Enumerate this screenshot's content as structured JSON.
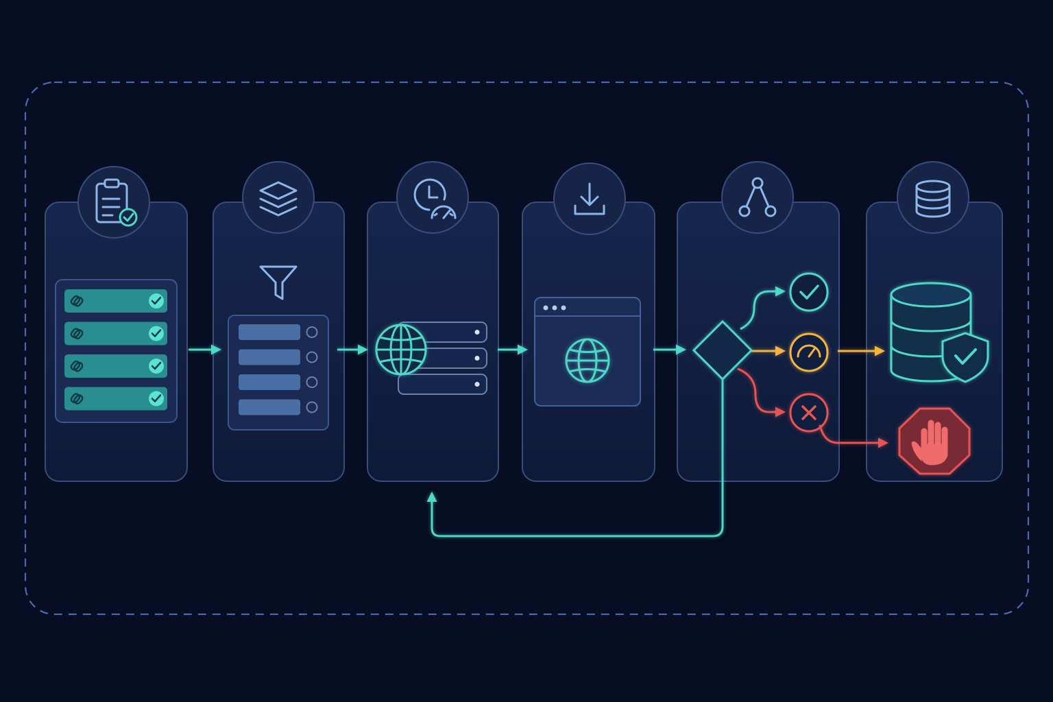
{
  "diagram": {
    "colors": {
      "background": "#070d22",
      "panel_fill": "#111e3f",
      "panel_stroke": "#3a4d7a",
      "frame_dash": "#4a6aa8",
      "accent_teal": "#4fd8c8",
      "accent_amber": "#f5b342",
      "accent_red": "#e85454",
      "header_icon": "#8fb6e6",
      "bar_teal": "#2a8d8f",
      "bar_blue": "#4a6fa5"
    },
    "stages": [
      {
        "header_icon": "clipboard-check-icon",
        "content": "link-list-verified"
      },
      {
        "header_icon": "layers-icon",
        "content": "filter-queue"
      },
      {
        "header_icon": "clock-speed-icon",
        "content": "globe-server-rack"
      },
      {
        "header_icon": "download-icon",
        "content": "browser-window-globe"
      },
      {
        "header_icon": "branch-icon",
        "content": "decision-split"
      },
      {
        "header_icon": "database-icon",
        "content": "secure-database-and-stop"
      }
    ],
    "outcomes": [
      {
        "icon": "check-circle-icon",
        "color": "accent_teal"
      },
      {
        "icon": "gauge-icon",
        "color": "accent_amber"
      },
      {
        "icon": "x-circle-icon",
        "color": "accent_red"
      }
    ],
    "link_list_items": 4,
    "queue_items": 4,
    "server_units": 3
  }
}
